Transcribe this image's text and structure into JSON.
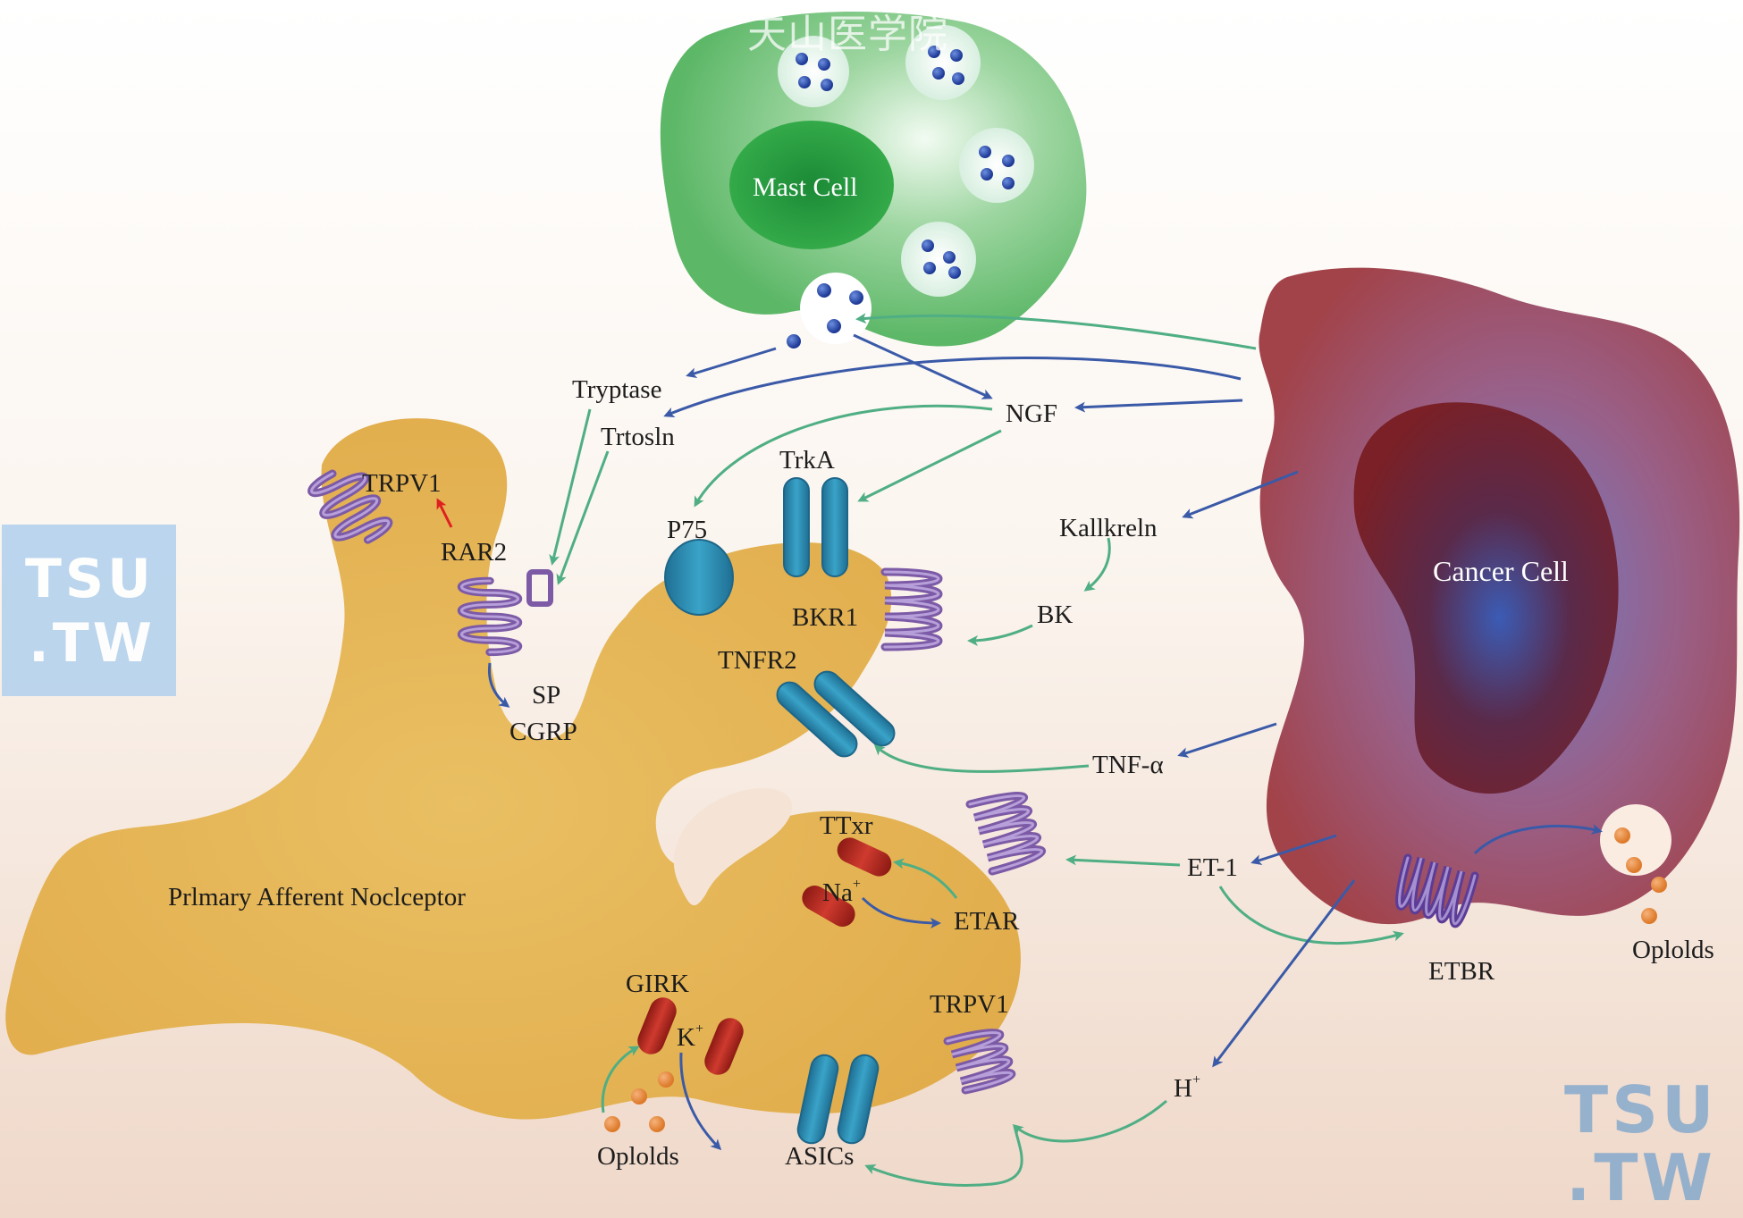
{
  "labels": {
    "mast_cell": "Mast Cell",
    "cancer_cell": "Cancer Cell",
    "nociceptor": "Prlmary Afferent Noclceptor",
    "tryptase": "Tryptase",
    "trypsin": "Trtosln",
    "ngf": "NGF",
    "trpv1_top": "TRPV1",
    "rar2": "RAR2",
    "p75": "P75",
    "trka": "TrkA",
    "kallikrein": "Kallkreln",
    "bk": "BK",
    "bkr1": "BKR1",
    "tnfr2": "TNFR2",
    "sp": "SP",
    "cgrp": "CGRP",
    "tnf_alpha": "TNF-α",
    "ttxr": "TTxr",
    "na": "Na",
    "na_sup": "+",
    "etar": "ETAR",
    "et1": "ET-1",
    "etbr": "ETBR",
    "opioids_right": "Oplolds",
    "girk": "GIRK",
    "k": "K",
    "k_sup": "+",
    "trpv1_bottom": "TRPV1",
    "h": "H",
    "h_sup": "+",
    "opioids_left": "Oplolds",
    "asics": "ASICs"
  },
  "watermarks": {
    "top": "天山医学院",
    "tsu": "TSU",
    "tw": ".TW"
  },
  "colors": {
    "nociceptor": "#e6b451",
    "mast_outer": "#6cbf76",
    "mast_nucleus": "#1e9a3c",
    "cancer_outer": "#9c4b57",
    "cancer_nucleus": "#6a1a22",
    "receptor_purple": "#7c5aa6",
    "receptor_teal": "#2f8fb0",
    "channel_red": "#b02a22",
    "arrow_green": "#4fae84",
    "arrow_blue": "#3a5aa8",
    "arrow_red": "#e02020"
  }
}
